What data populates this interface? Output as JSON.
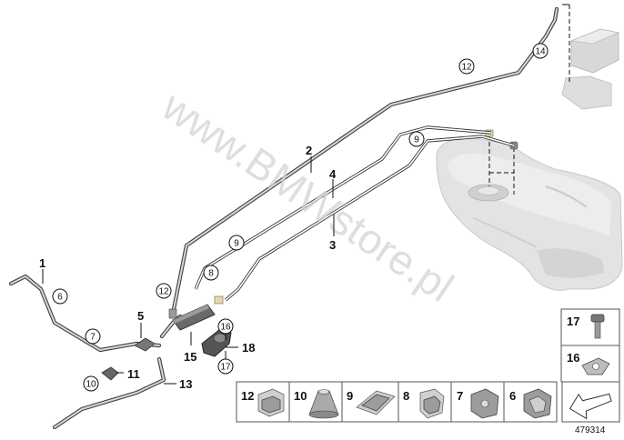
{
  "watermark": "www.BMWstore.pl",
  "diagram_number": "479314",
  "callouts": {
    "c1": "1",
    "c2": "2",
    "c3": "3",
    "c4": "4",
    "c5": "5",
    "c6": "6",
    "c7": "7",
    "c8": "8",
    "c9a": "9",
    "c9b": "9",
    "c10": "10",
    "c11": "11",
    "c12a": "12",
    "c12b": "12",
    "c13": "13",
    "c14": "14",
    "c15": "15",
    "c16": "16",
    "c17": "17",
    "c18": "18"
  },
  "parts_legend": {
    "p17": "17",
    "p16": "16",
    "p12": "12",
    "p10": "10",
    "p9": "9",
    "p8": "8",
    "p7": "7",
    "p6": "6"
  }
}
